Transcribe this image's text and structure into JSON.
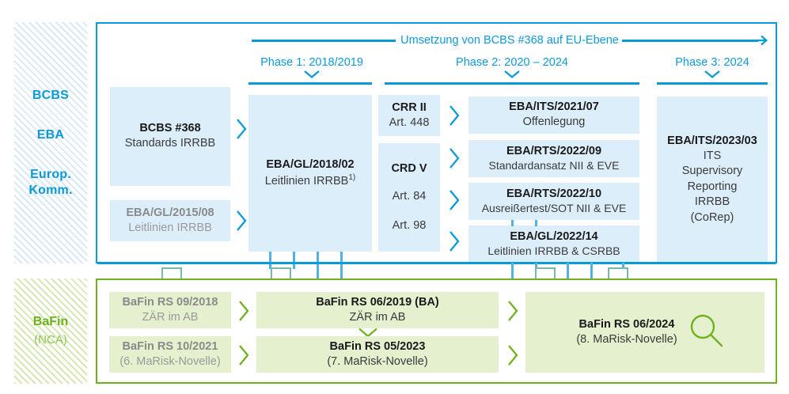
{
  "sidebar_blue": {
    "labels": [
      "BCBS",
      "EBA",
      "Europ. Komm."
    ]
  },
  "sidebar_green": {
    "label": "BaFin",
    "sub": "(NCA)"
  },
  "timeline": {
    "title": "Umsetzung von BCBS #368 auf EU-Ebene",
    "arrow_icon": "arrow-right-icon",
    "phases": [
      {
        "label": "Phase 1: 2018/2019",
        "chevron": "chevron-down-icon"
      },
      {
        "label": "Phase 2: 2020 – 2024",
        "chevron": "chevron-down-icon"
      },
      {
        "label": "Phase 3: 2024",
        "chevron": "chevron-down-icon"
      }
    ]
  },
  "blue_boxes": {
    "bcbs368": {
      "title": "BCBS #368",
      "sub": "Standards IRRBB"
    },
    "eba2015": {
      "title": "EBA/GL/2015/08",
      "sub": "Leitlinien IRRBB"
    },
    "eba2018": {
      "title": "EBA/GL/2018/02",
      "sub": "Leitlinien IRRBB",
      "sup": "1)"
    },
    "crr2": {
      "title": "CRR II",
      "sub": "Art. 448"
    },
    "crdv": {
      "title": "CRD V",
      "art1": "Art. 84",
      "art2": "Art. 98"
    },
    "its2021": {
      "title": "EBA/ITS/2021/07",
      "sub": "Offenlegung"
    },
    "rts2022_09": {
      "title": "EBA/RTS/2022/09",
      "sub": "Standardansatz NII & EVE"
    },
    "rts2022_10": {
      "title": "EBA/RTS/2022/10",
      "sub": "Ausreißertest/SOT NII & EVE"
    },
    "gl2022_14": {
      "title": "EBA/GL/2022/14",
      "sub": "Leitlinien IRRBB & CSRBB"
    },
    "its2023": {
      "title": "EBA/ITS/2023/03",
      "l1": "ITS",
      "l2": "Supervisory",
      "l3": "Reporting",
      "l4": "IRRBB",
      "l5": "(CoRep)"
    }
  },
  "green_boxes": {
    "rs09_2018": {
      "title": "BaFin RS 09/2018",
      "sub": "ZÄR im AB"
    },
    "rs10_2021": {
      "title": "BaFin RS 10/2021",
      "sub": "(6. MaRisk-Novelle)"
    },
    "rs06_2019": {
      "title": "BaFin RS 06/2019 (BA)",
      "sub": "ZÄR im AB"
    },
    "rs05_2023": {
      "title": "BaFin RS 05/2023",
      "sub": "(7. MaRisk-Novelle)"
    },
    "rs06_2024": {
      "title": "BaFin RS 06/2024",
      "sub": "(8. MaRisk-Novelle)",
      "icon": "magnifier-icon"
    }
  },
  "colors": {
    "blue": "#0b9ad8",
    "blue_light": "#ddeefb",
    "green": "#6fb21e",
    "green_light": "#e4f0ce",
    "green_mid": "#8cc63f",
    "muted": "#8a8a8a"
  }
}
